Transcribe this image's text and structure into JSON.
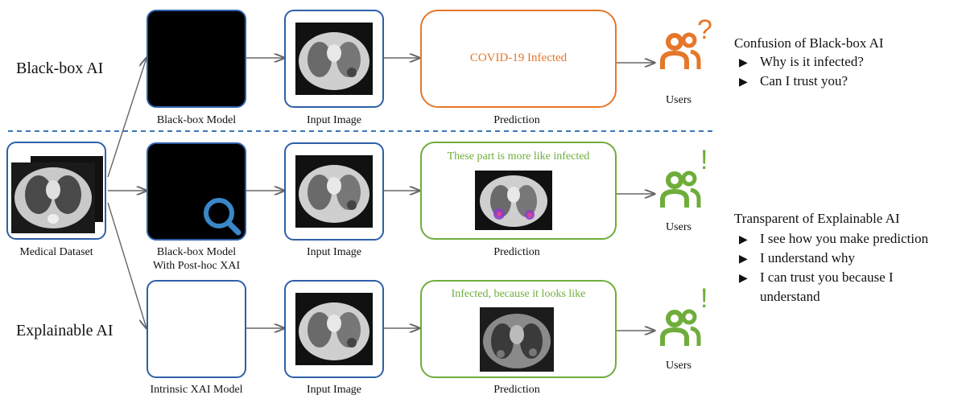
{
  "rows": {
    "blackbox_label": "Black-box AI",
    "explainable_label": "Explainable AI"
  },
  "dataset": {
    "label": "Medical Dataset"
  },
  "models": {
    "blackbox": "Black-box Model",
    "posthoc_line1": "Black-box Model",
    "posthoc_line2": "With Post-hoc XAI",
    "intrinsic": "Intrinsic XAI Model"
  },
  "input_label": "Input Image",
  "prediction_label": "Prediction",
  "predictions": {
    "blackbox": "COVID-19 Infected",
    "posthoc": "These part is more like infected",
    "intrinsic": "Infected, because it looks like"
  },
  "users_label": "Users",
  "users_marks": {
    "question": "?",
    "exclaim": "!"
  },
  "right_panel": {
    "confusion_title": "Confusion of Black-box AI",
    "confusion_items": [
      "Why is it infected?",
      "Can I trust you?"
    ],
    "transparent_title": "Transparent of Explainable AI",
    "transparent_items": [
      "I see how you make prediction",
      "I understand why",
      "I can trust you because I",
      "understand"
    ]
  },
  "colors": {
    "blue": "#2e5fa8",
    "orange": "#e5772a",
    "green": "#6fad3b",
    "arrow": "#666666",
    "divider": "#3a77b8"
  },
  "icons": {
    "bullet": "▶",
    "magnifier": "magnifier-icon",
    "users": "users-icon"
  }
}
